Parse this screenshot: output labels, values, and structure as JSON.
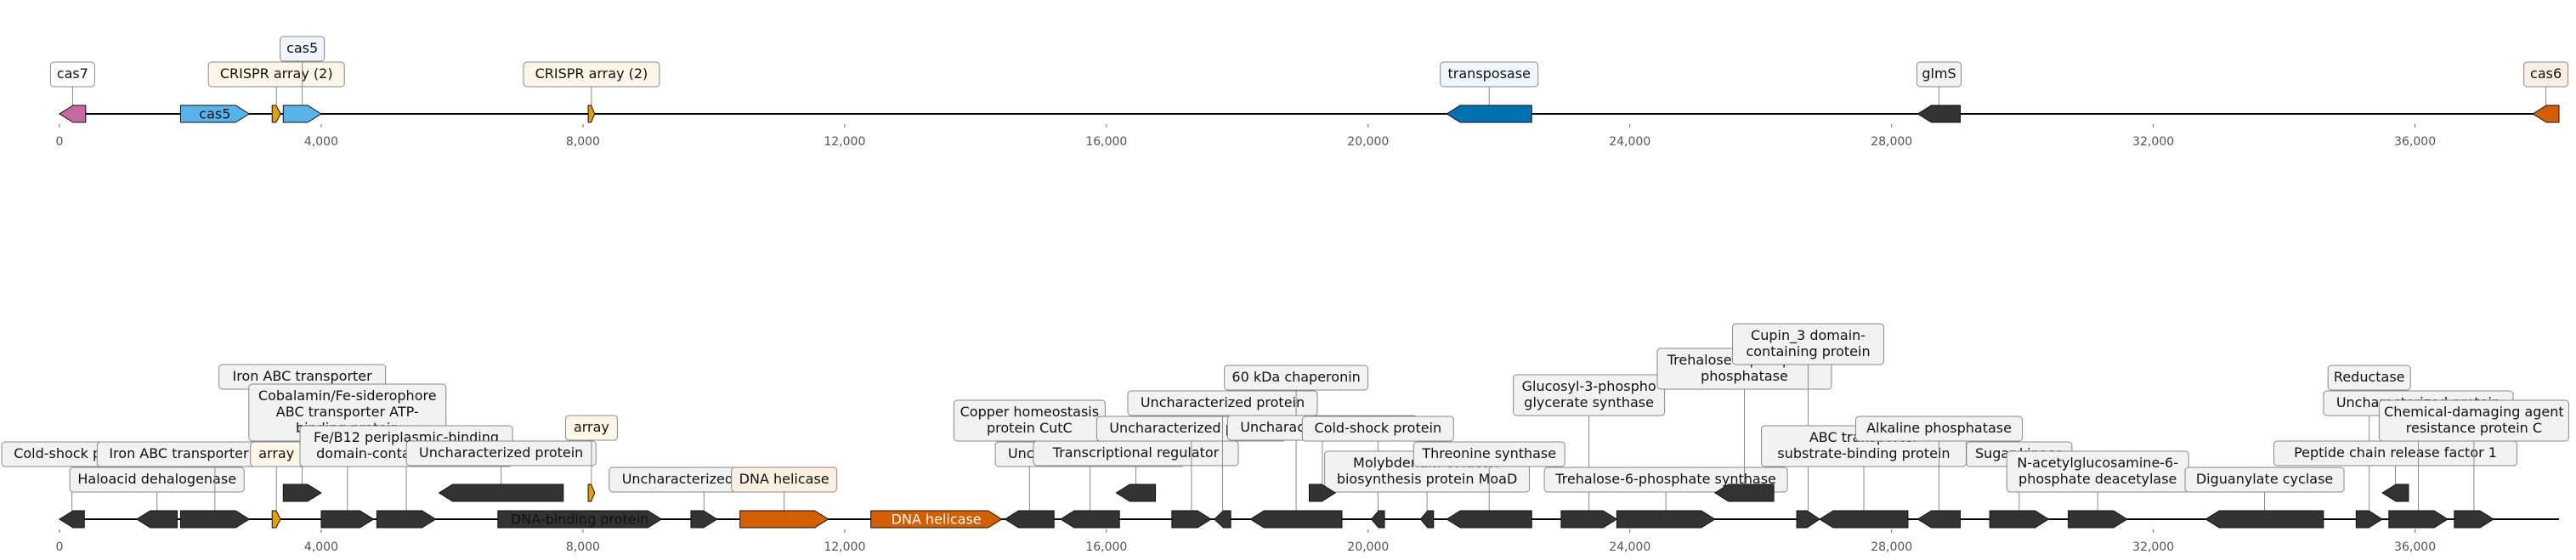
{
  "axis": {
    "min": 0,
    "max": 38200,
    "ticks": [
      0,
      4000,
      8000,
      12000,
      16000,
      20000,
      24000,
      28000,
      32000,
      36000
    ]
  },
  "colors": {
    "cas_pink": "#c76aa3",
    "cas_blue": "#56b4e9",
    "crispr_orange": "#e69f00",
    "transposase_blue": "#0072b2",
    "gene_dark": "#333333",
    "highlight_orange": "#d55e00",
    "label_white": "#ffffff",
    "label_cream": "#fdf7e7",
    "label_blue": "#eef7fd",
    "label_gray": "#f2f2f2",
    "label_peach": "#fbeee3"
  },
  "tracks": [
    {
      "features": [
        {
          "start": 0,
          "end": 400,
          "strand": -1,
          "color": "cas_pink",
          "labels": [
            {
              "text": "cas7",
              "tier": 1,
              "bg": "label_white"
            }
          ]
        },
        {
          "start": 1850,
          "end": 2900,
          "strand": 1,
          "color": "cas_blue",
          "inner": "cas5"
        },
        {
          "start": 3250,
          "end": 3380,
          "strand": 1,
          "color": "crispr_orange",
          "labels": [
            {
              "text": "CRISPR array (2)",
              "tier": 1,
              "bg": "label_cream"
            }
          ]
        },
        {
          "start": 3420,
          "end": 4000,
          "strand": 1,
          "color": "cas_blue",
          "labels": [
            {
              "text": "cas5",
              "tier": 2,
              "bg": "label_blue"
            }
          ]
        },
        {
          "start": 8080,
          "end": 8180,
          "strand": 1,
          "color": "crispr_orange",
          "labels": [
            {
              "text": "CRISPR array (2)",
              "tier": 1,
              "bg": "label_cream"
            }
          ]
        },
        {
          "start": 21200,
          "end": 22500,
          "strand": -1,
          "color": "transposase_blue",
          "labels": [
            {
              "text": "transposase",
              "tier": 1,
              "bg": "label_blue"
            }
          ]
        },
        {
          "start": 28400,
          "end": 29050,
          "strand": -1,
          "color": "gene_dark",
          "labels": [
            {
              "text": "glmS",
              "tier": 1,
              "bg": "label_gray"
            }
          ]
        },
        {
          "start": 37800,
          "end": 38200,
          "strand": -1,
          "color": "highlight_orange",
          "labels": [
            {
              "text": "cas6",
              "tier": 1,
              "bg": "label_peach"
            }
          ]
        }
      ]
    },
    {
      "features": [
        {
          "start": 0,
          "end": 380,
          "strand": -1,
          "color": "gene_dark",
          "labels": [
            {
              "text": "Cold-shock protein",
              "tier": 2,
              "bg": "label_gray"
            }
          ]
        },
        {
          "start": 1180,
          "end": 1800,
          "strand": -1,
          "color": "gene_dark",
          "labels": [
            {
              "text": "Haloacid dehalogenase",
              "tier": 1,
              "bg": "label_gray"
            }
          ]
        },
        {
          "start": 1850,
          "end": 2900,
          "strand": 1,
          "color": "gene_dark",
          "labels": [
            {
              "text": "Iron ABC transporter permease",
              "tier": 2,
              "bg": "label_gray"
            }
          ]
        },
        {
          "start": 3250,
          "end": 3380,
          "strand": 1,
          "color": "crispr_orange",
          "labels": [
            {
              "text": "array",
              "tier": 2,
              "bg": "label_cream"
            }
          ]
        },
        {
          "start": 3420,
          "end": 4000,
          "strand": 1,
          "color": "gene_dark",
          "row": 1,
          "labels": [
            {
              "text": "Iron ABC transporter",
              "tier": 4,
              "bg": "label_gray"
            }
          ]
        },
        {
          "start": 4000,
          "end": 4800,
          "strand": 1,
          "color": "gene_dark",
          "labels": [
            {
              "text": "Cobalamin/Fe-siderophore\nABC transporter ATP-\nbinding protein",
              "tier": 3,
              "bg": "label_gray"
            }
          ]
        },
        {
          "start": 4850,
          "end": 5750,
          "strand": 1,
          "color": "gene_dark",
          "labels": [
            {
              "text": "Fe/B12 periplasmic-binding\ndomain-containing protein",
              "tier": 2,
              "bg": "label_gray"
            }
          ]
        },
        {
          "start": 5800,
          "end": 7700,
          "strand": -1,
          "color": "gene_dark",
          "row": 1,
          "labels": [
            {
              "text": "Uncharacterized protein",
              "tier": 1,
              "bg": "label_gray"
            }
          ]
        },
        {
          "start": 6700,
          "end": 9200,
          "strand": 1,
          "color": "gene_dark",
          "inner": "DNA-binding protein"
        },
        {
          "start": 8080,
          "end": 8180,
          "strand": 1,
          "color": "crispr_orange",
          "row": 1,
          "labels": [
            {
              "text": "array",
              "tier": 2,
              "bg": "label_cream"
            }
          ]
        },
        {
          "start": 9650,
          "end": 10050,
          "strand": 1,
          "color": "gene_dark",
          "labels": [
            {
              "text": "Uncharacterized protein",
              "tier": 1,
              "bg": "label_gray"
            }
          ]
        },
        {
          "start": 10400,
          "end": 11750,
          "strand": 1,
          "color": "highlight_orange",
          "labels": [
            {
              "text": "DNA helicase",
              "tier": 1,
              "bg": "label_peach"
            }
          ]
        },
        {
          "start": 12400,
          "end": 14400,
          "strand": 1,
          "color": "highlight_orange",
          "inner": "DNA helicase",
          "innerLight": true
        },
        {
          "start": 14450,
          "end": 15200,
          "strand": -1,
          "color": "gene_dark",
          "labels": [
            {
              "text": "Copper homeostasis\nprotein CutC",
              "tier": 3,
              "bg": "label_gray"
            }
          ]
        },
        {
          "start": 15300,
          "end": 16200,
          "strand": -1,
          "color": "gene_dark",
          "labels": [
            {
              "text": "Uncharacterized protein",
              "tier": 2,
              "bg": "label_gray"
            }
          ]
        },
        {
          "start": 16150,
          "end": 16750,
          "strand": -1,
          "color": "gene_dark",
          "row": 1,
          "labels": [
            {
              "text": "Transcriptional regulator",
              "tier": 1,
              "bg": "label_gray"
            }
          ]
        },
        {
          "start": 17000,
          "end": 17600,
          "strand": 1,
          "color": "gene_dark",
          "labels": [
            {
              "text": "Uncharacterized protein",
              "tier": 3,
              "bg": "label_gray"
            }
          ]
        },
        {
          "start": 17650,
          "end": 17900,
          "strand": -1,
          "color": "gene_dark",
          "labels": [
            {
              "text": "Uncharacterized protein",
              "tier": 4,
              "bg": "label_gray"
            }
          ]
        },
        {
          "start": 18200,
          "end": 19600,
          "strand": -1,
          "color": "gene_dark",
          "labels": [
            {
              "text": "60 kDa chaperonin",
              "tier": 5,
              "bg": "label_gray"
            }
          ]
        },
        {
          "start": 19100,
          "end": 19500,
          "strand": 1,
          "color": "gene_dark",
          "row": 1,
          "labels": [
            {
              "text": "Uncharacterized protein",
              "tier": 2,
              "bg": "label_gray"
            }
          ]
        },
        {
          "start": 20050,
          "end": 20250,
          "strand": -1,
          "color": "gene_dark",
          "labels": [
            {
              "text": "Cold-shock protein",
              "tier": 3,
              "bg": "label_gray"
            }
          ]
        },
        {
          "start": 20800,
          "end": 21000,
          "strand": -1,
          "color": "gene_dark",
          "labels": [
            {
              "text": "Molybdenum cofactor\nbiosynthesis protein MoaD",
              "tier": 1,
              "bg": "label_gray"
            }
          ]
        },
        {
          "start": 21200,
          "end": 22500,
          "strand": -1,
          "color": "gene_dark",
          "labels": [
            {
              "text": "Threonine synthase",
              "tier": 2,
              "bg": "label_gray"
            }
          ]
        },
        {
          "start": 22950,
          "end": 23800,
          "strand": 1,
          "color": "gene_dark",
          "labels": [
            {
              "text": "Glucosyl-3-phospho\nglycerate synthase",
              "tier": 4,
              "bg": "label_gray"
            }
          ]
        },
        {
          "start": 23800,
          "end": 25300,
          "strand": 1,
          "color": "gene_dark",
          "labels": [
            {
              "text": "Trehalose-6-phosphate synthase",
              "tier": 1,
              "bg": "label_gray"
            }
          ]
        },
        {
          "start": 25300,
          "end": 26200,
          "strand": -1,
          "color": "gene_dark",
          "row": 1,
          "labels": [
            {
              "text": "Trehalose 6-phosphate\nphosphatase",
              "tier": 4,
              "bg": "label_gray"
            }
          ]
        },
        {
          "start": 26550,
          "end": 26900,
          "strand": 1,
          "color": "gene_dark",
          "labels": [
            {
              "text": "Cupin_3 domain-\ncontaining protein",
              "tier": 6,
              "bg": "label_gray"
            }
          ]
        },
        {
          "start": 26900,
          "end": 28250,
          "strand": -1,
          "color": "gene_dark",
          "labels": [
            {
              "text": "ABC transporter\nsubstrate-binding protein",
              "tier": 2,
              "bg": "label_gray"
            }
          ]
        },
        {
          "start": 28400,
          "end": 29050,
          "strand": -1,
          "color": "gene_dark",
          "labels": [
            {
              "text": "Alkaline phosphatase",
              "tier": 3,
              "bg": "label_gray"
            }
          ]
        },
        {
          "start": 29500,
          "end": 30400,
          "strand": 1,
          "color": "gene_dark",
          "labels": [
            {
              "text": "Sugar kinase",
              "tier": 2,
              "bg": "label_gray"
            }
          ]
        },
        {
          "start": 30700,
          "end": 31600,
          "strand": 1,
          "color": "gene_dark",
          "labels": [
            {
              "text": "N-acetylglucosamine-6-\nphosphate deacetylase",
              "tier": 1,
              "bg": "label_gray"
            }
          ]
        },
        {
          "start": 32800,
          "end": 34600,
          "strand": -1,
          "color": "gene_dark",
          "labels": [
            {
              "text": "Diguanylate cyclase",
              "tier": 1,
              "bg": "label_gray"
            }
          ]
        },
        {
          "start": 35100,
          "end": 35500,
          "strand": 1,
          "color": "gene_dark",
          "labels": [
            {
              "text": "Reductase",
              "tier": 5,
              "bg": "label_gray"
            }
          ]
        },
        {
          "start": 35500,
          "end": 35900,
          "strand": -1,
          "color": "gene_dark",
          "row": 1,
          "labels": [
            {
              "text": "Peptide chain release factor 1",
              "tier": 1,
              "bg": "label_gray"
            }
          ]
        },
        {
          "start": 35600,
          "end": 36500,
          "strand": 1,
          "color": "gene_dark",
          "labels": [
            {
              "text": "Uncharacterized protein",
              "tier": 4,
              "bg": "label_gray"
            }
          ]
        },
        {
          "start": 36600,
          "end": 37200,
          "strand": 1,
          "color": "gene_dark",
          "labels": [
            {
              "text": "Chemical-damaging agent\nresistance protein C",
              "tier": 3,
              "bg": "label_gray"
            }
          ]
        }
      ]
    }
  ]
}
